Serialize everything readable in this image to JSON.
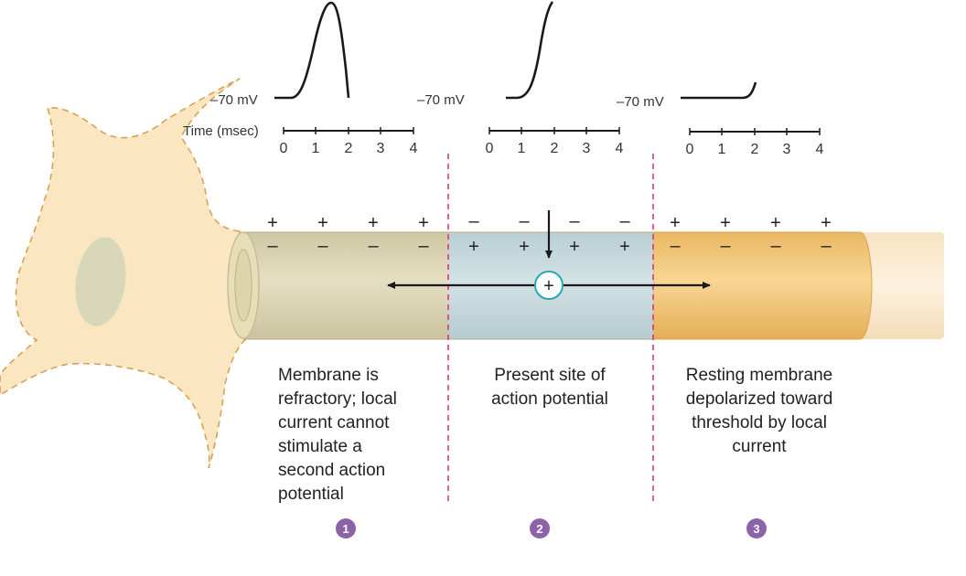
{
  "axis": {
    "time_label": "Time (msec)",
    "ticks": [
      "0",
      "1",
      "2",
      "3",
      "4"
    ]
  },
  "mv_labels": {
    "g1": "–70 mV",
    "g2": "–70 mV",
    "g3": "–70 mV"
  },
  "signs": {
    "upper_left": [
      "+",
      "+",
      "+",
      "+"
    ],
    "lower_left": [
      "–",
      "–",
      "–",
      "–"
    ],
    "upper_mid": [
      "–",
      "–",
      "–",
      "–"
    ],
    "lower_mid": [
      "+",
      "+",
      "+",
      "+"
    ],
    "upper_right": [
      "+",
      "+",
      "+",
      "+"
    ],
    "lower_right": [
      "–",
      "–",
      "–",
      "–"
    ]
  },
  "center_charge": "+",
  "regions": [
    {
      "badge": "1",
      "lines": [
        "Membrane is",
        "refractory; local",
        "current cannot",
        "stimulate a",
        "second action",
        "potential"
      ]
    },
    {
      "badge": "2",
      "lines": [
        "Present site of",
        "action potential"
      ]
    },
    {
      "badge": "3",
      "lines": [
        "Resting membrane",
        "depolarized toward",
        "threshold by local",
        "current"
      ]
    }
  ],
  "colors": {
    "soma": "#fbe6c2",
    "soma_outline": "#d8a15a",
    "refractory": "#dcd6b4",
    "active": "#c7d9dd",
    "depolarizing": "#f3c877",
    "resting": "#fcecd0",
    "divider": "#d9377b",
    "badge": "#8c63a8",
    "charge_ring": "#2aa6ad"
  }
}
